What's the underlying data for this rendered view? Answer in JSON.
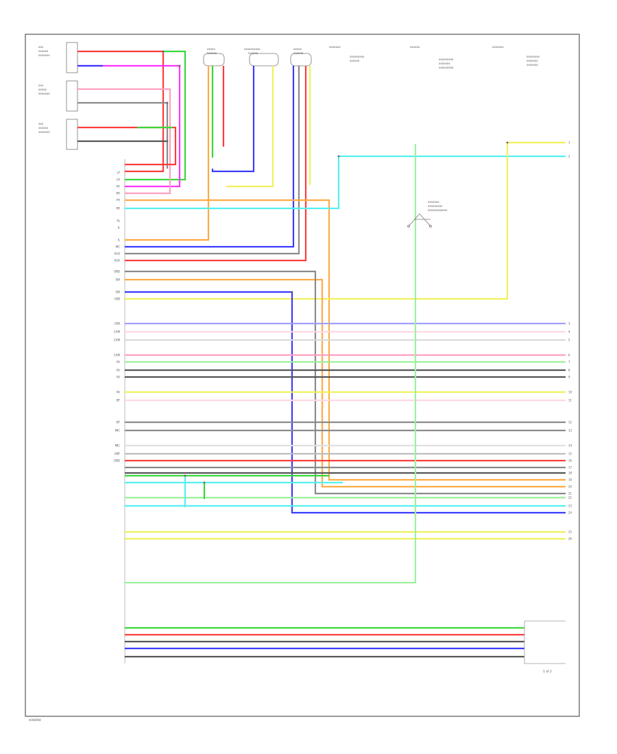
{
  "diagram": {
    "page_number": "1 of 2",
    "footer_code": "AA0094",
    "left_pin_labels": [
      "LF",
      "LR",
      "RF",
      "RR",
      "FR",
      "RR",
      "SL",
      "IL",
      "IL",
      "MC",
      "AUX",
      "AUX",
      "GND",
      "SW",
      "SW",
      "USB",
      "USB",
      "CAM",
      "CAM",
      "CAM",
      "AV",
      "AV",
      "AV",
      "AV",
      "BT",
      "BT",
      "MIC",
      "MIC",
      "ANT",
      "GND"
    ],
    "right_pins": [
      "1",
      "2",
      "3",
      "4",
      "5",
      "6",
      "7",
      "8",
      "9",
      "10",
      "11",
      "12",
      "13",
      "14",
      "15",
      "16",
      "17",
      "18",
      "19",
      "20",
      "21",
      "22",
      "23",
      "24",
      "25",
      "26"
    ],
    "colors": {
      "red": "#ff3b3b",
      "green": "#39d639",
      "lightgreen": "#9cf09c",
      "blue": "#3a3aff",
      "lightblue": "#a0a0ff",
      "magenta": "#ff33ff",
      "pink": "#ff9fc0",
      "yellow": "#f0f05a",
      "cyan": "#53f0f0",
      "orange": "#ffaa44",
      "gray": "#8a8a8a",
      "darkgray": "#555555",
      "black": "#222222"
    }
  }
}
